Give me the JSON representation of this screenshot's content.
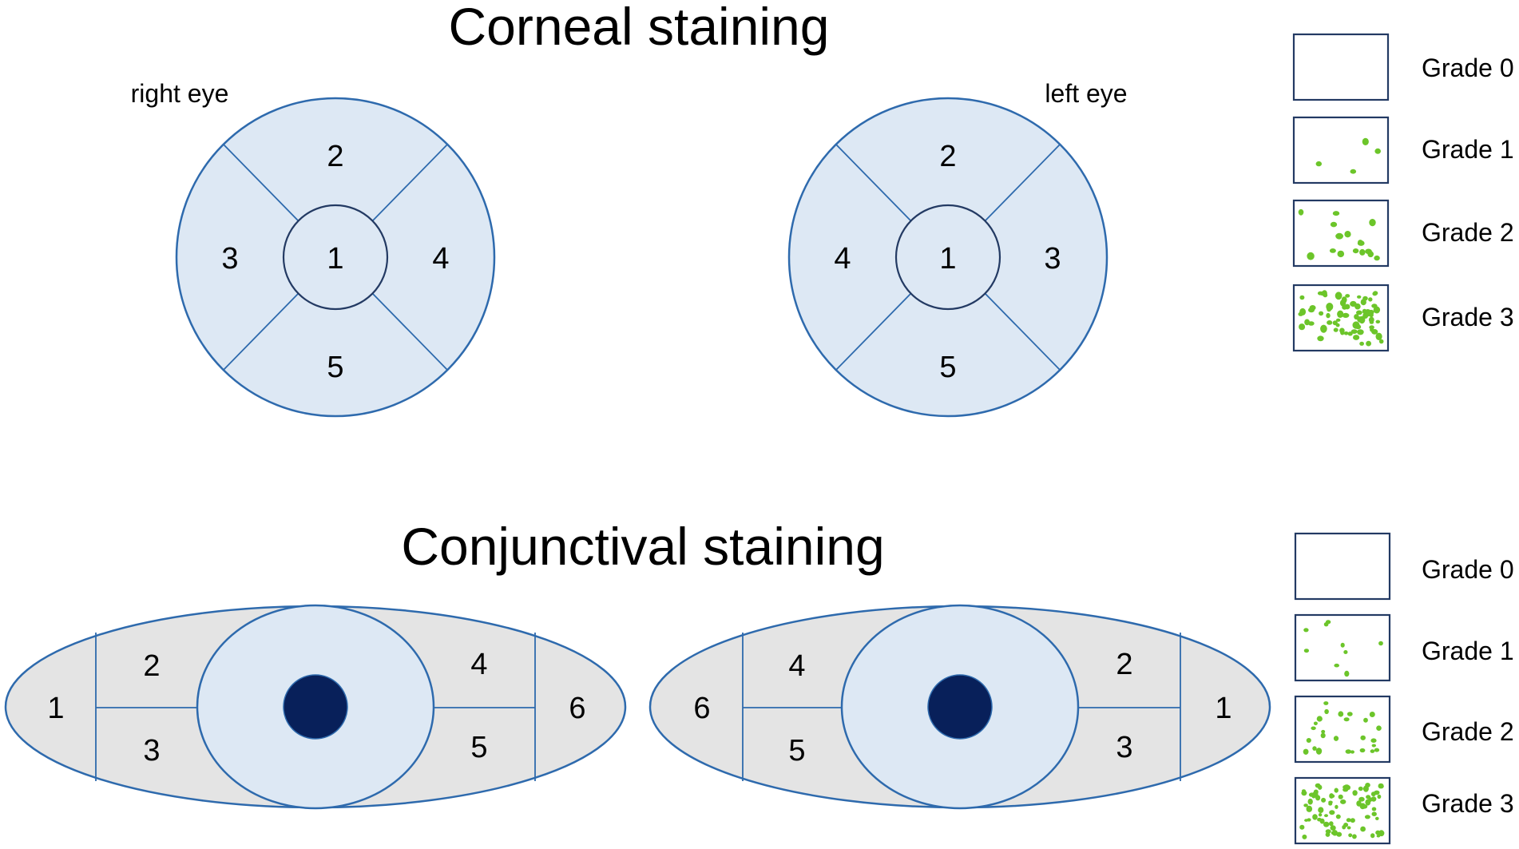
{
  "corneal": {
    "title": "Corneal staining",
    "right_eye": {
      "label": "right eye",
      "zones": {
        "center": "1",
        "top": "2",
        "left": "3",
        "right": "4",
        "bottom": "5"
      }
    },
    "left_eye": {
      "label": "left eye",
      "zones": {
        "center": "1",
        "top": "2",
        "left": "4",
        "right": "3",
        "bottom": "5"
      }
    },
    "legend": [
      "Grade 0",
      "Grade 1",
      "Grade 2",
      "Grade 3"
    ]
  },
  "conjunctival": {
    "title": "Conjunctival staining",
    "right_eye": {
      "zones": {
        "outer_left": "1",
        "upper_left": "2",
        "lower_left": "3",
        "upper_right": "4",
        "lower_right": "5",
        "outer_right": "6"
      }
    },
    "left_eye": {
      "zones": {
        "outer_left": "6",
        "upper_left": "4",
        "lower_left": "5",
        "upper_right": "2",
        "lower_right": "3",
        "outer_right": "1"
      }
    },
    "legend": [
      "Grade 0",
      "Grade 1",
      "Grade 2",
      "Grade 3"
    ]
  },
  "colors": {
    "outline": "#2e6aad",
    "cornea_fill": "#dde8f4",
    "sclera_fill": "#e4e4e4",
    "pupil": "#08205a",
    "stain": "#6cc52a",
    "legend_border": "#233a63"
  }
}
